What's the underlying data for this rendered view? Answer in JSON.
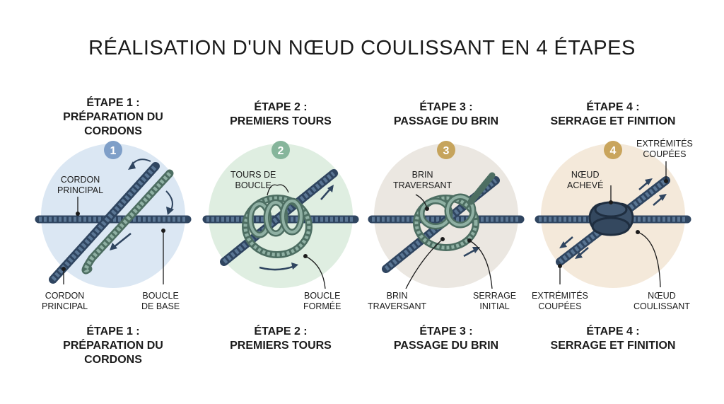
{
  "title": "RÉALISATION D'UN NŒUD COULISSANT EN 4 ÉTAPES",
  "colors": {
    "rope": "#4f6a87",
    "rope_dark": "#2f4560",
    "loop_rope": "#7e9f92",
    "loop_dark": "#4d6e62",
    "circle_1": "#dbe7f3",
    "circle_2": "#dfeee1",
    "circle_3": "#ebe7e1",
    "circle_4": "#f4e9da",
    "badge_1": "#7f9fc8",
    "badge_2": "#86b59b",
    "badge_3": "#c6a45c",
    "badge_4": "#c9a55d"
  },
  "steps": [
    {
      "number": "1",
      "head": [
        "ÉTAPE 1 :",
        "PRÉPARATION DU",
        "CORDONS"
      ],
      "foot": [
        "ÉTAPE 1 :",
        "PRÉPARATION DU",
        "CORDONS"
      ],
      "labels": [
        "CORDON",
        "PRINCIPAL",
        "CORDON",
        "PRINCIPAL",
        "BOUCLE",
        "DE BASE"
      ]
    },
    {
      "number": "2",
      "head": [
        "ÉTAPE 2 :",
        "PREMIERS TOURS"
      ],
      "foot": [
        "ÉTAPE 2 :",
        "PREMIERS TOURS"
      ],
      "labels": [
        "TOURS DE",
        "BOUCLE",
        "BOUCLE",
        "FORMÉE"
      ]
    },
    {
      "number": "3",
      "head": [
        "ÉTAPE 3 :",
        "PASSAGE DU BRIN"
      ],
      "foot": [
        "ÉTAPE 3 :",
        "PASSAGE DU BRIN"
      ],
      "labels": [
        "BRIN",
        "TRAVERSANT",
        "BRIN",
        "TRAVERSANT",
        "SERRAGE",
        "INITIAL"
      ]
    },
    {
      "number": "4",
      "head": [
        "ÉTAPE 4 :",
        "SERRAGE ET FINITION"
      ],
      "foot": [
        "ÉTAPE 4 :",
        "SERRAGE ET FINITION"
      ],
      "labels": [
        "NŒUD",
        "ACHEVÉ",
        "EXTRÉMITÉS",
        "COUPÉES",
        "EXTRÉMITÉS",
        "COUPÉES",
        "NŒUD",
        "COULISSANT"
      ]
    }
  ]
}
